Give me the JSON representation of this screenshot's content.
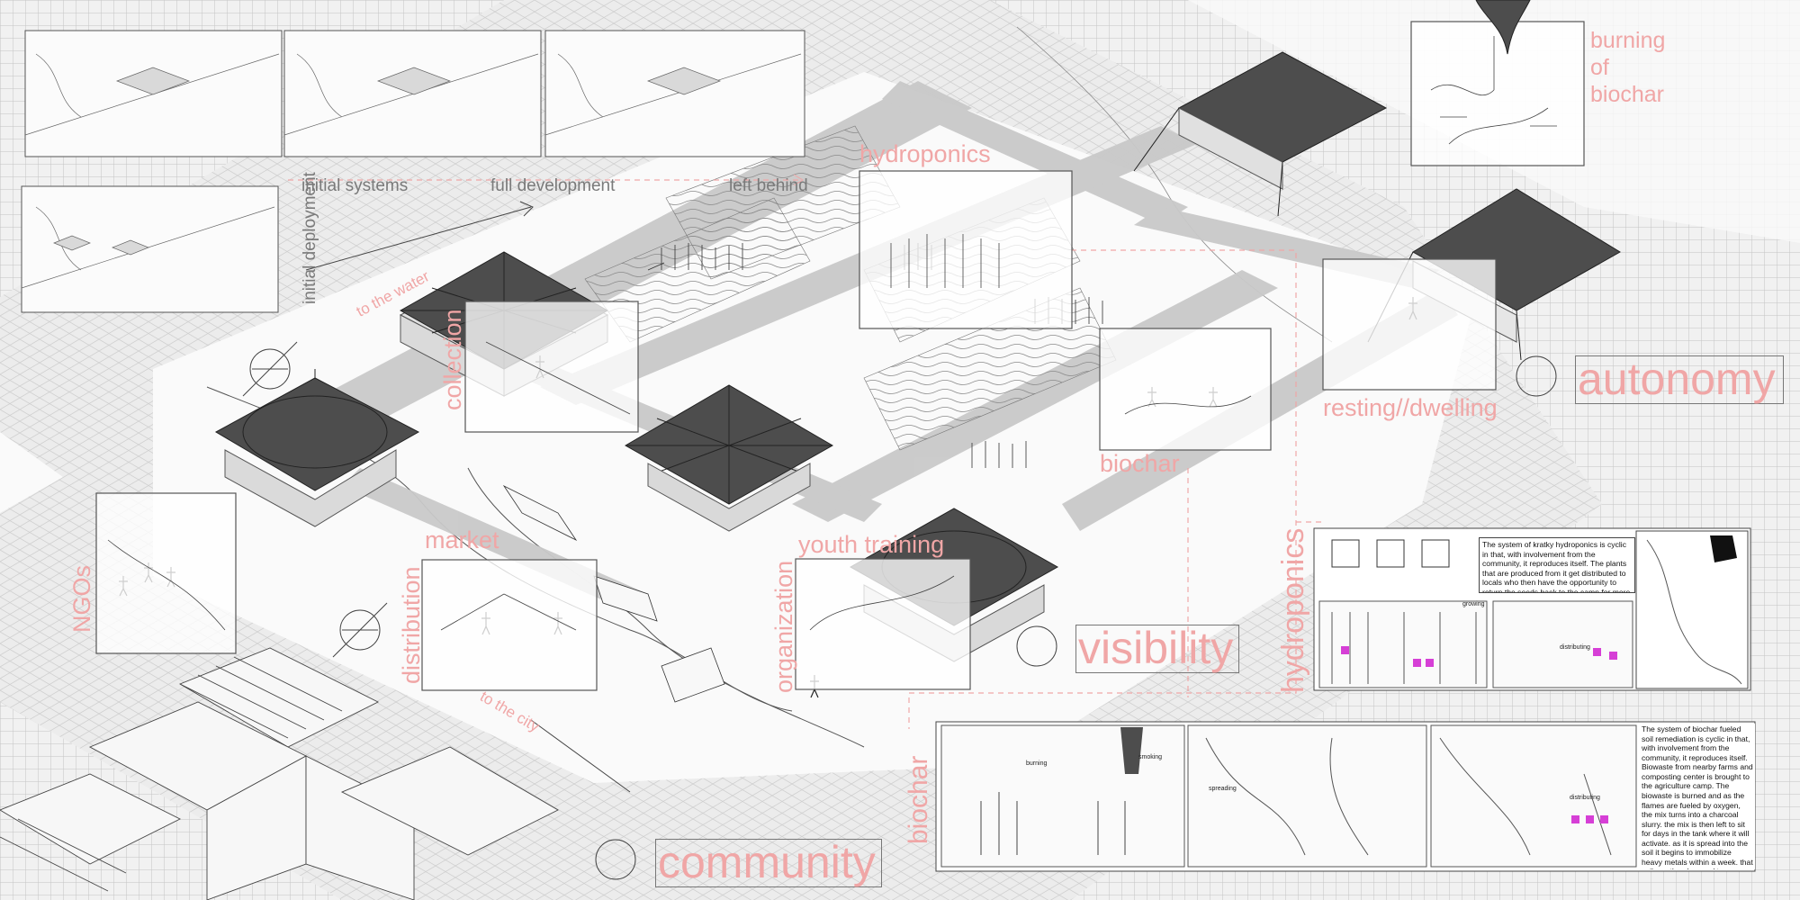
{
  "labels": {
    "initial_systems": "initial systems",
    "full_development": "full development",
    "left_behind": "left behind",
    "initial_deployment": "initial deployment",
    "to_the_water": "to the water",
    "to_the_city": "to the city",
    "hydroponics_top": "hydroponics",
    "collection": "collection",
    "market": "market",
    "distribution": "distribution",
    "ngos": "NGOs",
    "youth_training": "youth training",
    "organization": "organization",
    "visibility": "visibility",
    "biochar_mid": "biochar",
    "biochar_bottom": "biochar",
    "burning_of_biochar": "burning of biochar",
    "autonomy": "autonomy",
    "resting_dwelling": "resting//dwelling",
    "hydroponics_side": "hydroponics",
    "community": "community"
  },
  "hydroponics_panel": {
    "text": "The system of kratky hydroponics is cyclic in that, with involvement from the community, it reproduces itself.  The plants that are produced from it get distributed to locals who then have the opportunity to return the seeds back to the camp for more growth.",
    "tag_growing": "growing",
    "tag_distributing": "distributing"
  },
  "biochar_panel": {
    "text": "The system of biochar fueled soil remediation is cyclic in that, with involvement from the community, it reproduces itself. Biowaste from nearby farms and composting center is brought to the agriculture camp. The biowaste is burned and as the flames are fueled by oxygen, the mix turns into a charcoal slurry. the mix is then left to sit for days in the tank where it will activate. as it is spread into the soil it begins to immobilize heavy metals within a week. that soil can then be used to grow crops and garden plants that, when consumed, their compost can be returned to the camp for an increased production of biochar, remediating more land.",
    "tag_burning": "burning",
    "tag_smoking": "smoking",
    "tag_spreading": "spreading",
    "tag_distributing": "distributing"
  },
  "colors": {
    "label_pink": "#f0a6a6",
    "roof_dark": "#4d4d4d",
    "path_grey": "#c9c9c9",
    "grid_line": "#c4c4c4",
    "accent_magenta": "#d63fd6"
  }
}
